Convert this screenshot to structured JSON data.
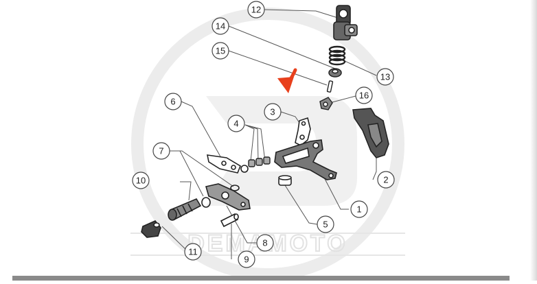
{
  "diagram": {
    "watermark_text": "DEMAMOTO",
    "accent_color": "#e8401c",
    "callouts": [
      {
        "label": "1"
      },
      {
        "label": "2"
      },
      {
        "label": "3"
      },
      {
        "label": "4"
      },
      {
        "label": "5"
      },
      {
        "label": "6"
      },
      {
        "label": "7"
      },
      {
        "label": "8"
      },
      {
        "label": "9"
      },
      {
        "label": "10"
      },
      {
        "label": "11"
      },
      {
        "label": "12"
      },
      {
        "label": "13"
      },
      {
        "label": "14"
      },
      {
        "label": "15"
      },
      {
        "label": "16"
      }
    ]
  }
}
